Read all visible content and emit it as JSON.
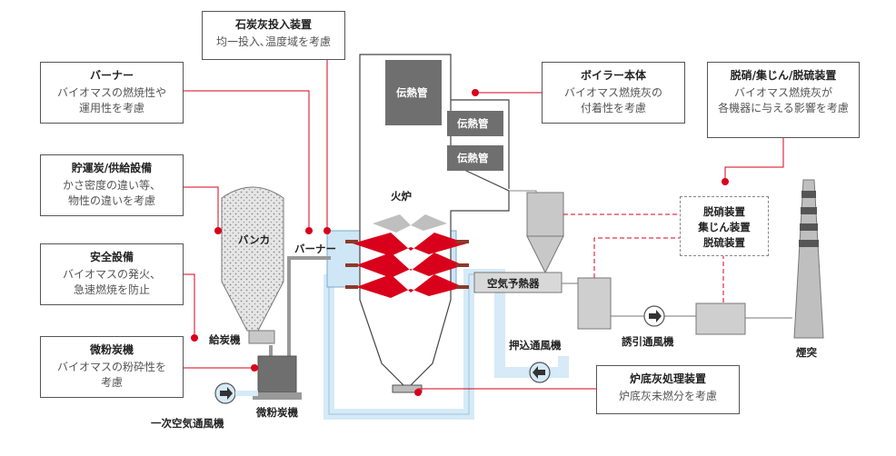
{
  "callouts": {
    "burner": {
      "title": "バーナー",
      "desc": "バイオマスの燃焼性や\n運用性を考慮"
    },
    "coal_storage": {
      "title": "貯運炭/供給設備",
      "desc": "かさ密度の違い等、\n物性の違いを考慮"
    },
    "safety": {
      "title": "安全設備",
      "desc": "バイオマスの発火、\n急速燃焼を防止"
    },
    "mill": {
      "title": "微粉炭機",
      "desc": "バイオマスの粉砕性を\n考慮"
    },
    "ash_input": {
      "title": "石炭灰投入装置",
      "desc": "均一投入､温度域を考慮"
    },
    "boiler": {
      "title": "ボイラー本体",
      "desc": "バイオマス燃焼灰の\n付着性を考慮"
    },
    "denox": {
      "title": "脱硝/集じん/脱硫装置",
      "desc": "バイオマス燃焼灰が\n各機器に与える影響を考慮"
    },
    "bottom_ash": {
      "title": "炉底灰処理装置",
      "desc": "炉底灰未燃分を考慮"
    }
  },
  "labels": {
    "heat_transfer_1": "伝熱管",
    "heat_transfer_2": "伝熱管",
    "heat_transfer_3": "伝熱管",
    "furnace": "火炉",
    "bunker": "バンカ",
    "burner_label": "バーナー",
    "feeder": "給炭機",
    "mill_label": "微粉炭機",
    "primary_fan": "一次空気通風機",
    "air_preheater": "空気予熱器",
    "fdf": "押込通風機",
    "idf": "誘引通風機",
    "stack": "煙突",
    "denox_box": [
      "脱硝装置",
      "集じん装置",
      "脱硫装置"
    ]
  },
  "colors": {
    "accent_red": "#d9001b",
    "equipment_gray": "#c8c8c8",
    "tube_dark": "#6f6f6f",
    "air_duct_blue": "#d6eaf7"
  }
}
